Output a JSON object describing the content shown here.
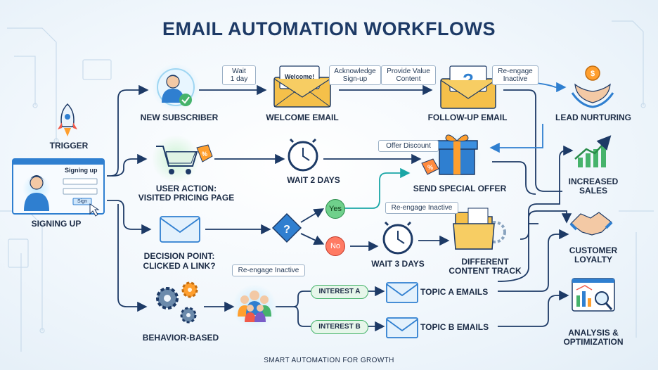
{
  "title": "EMAIL AUTOMATION WORKFLOWS",
  "footer": "SMART AUTOMATION FOR GROWTH",
  "trigger": {
    "label": "TRIGGER",
    "signup_label": "SIGNING UP",
    "form_title": "Signing up",
    "form_button": "Sign"
  },
  "nodes": {
    "new_subscriber": "NEW SUBSCRIBER",
    "welcome_email": "WELCOME EMAIL",
    "welcome_letter": "Welcome!",
    "followup_email": "FOLLOW-UP EMAIL",
    "user_action": "USER ACTION:",
    "visited_pricing": "VISITED PRICING PAGE",
    "wait_2_days": "WAIT 2 DAYS",
    "send_special_offer": "SEND SPECIAL OFFER",
    "decision_point": "DECISION POINT:",
    "clicked_link": "CLICKED A LINK?",
    "yes": "Yes",
    "no": "No",
    "wait_3_days": "WAIT 3 DAYS",
    "different_content_line1": "DIFFERENT",
    "different_content_line2": "CONTENT TRACK",
    "behavior_based": "BEHAVIOR-BASED",
    "interest_a": "INTEREST A",
    "interest_b": "INTEREST B",
    "topic_a": "TOPIC A EMAILS",
    "topic_b": "TOPIC B EMAILS"
  },
  "tags": {
    "wait_1_day_line1": "Wait",
    "wait_1_day_line2": "1 day",
    "acknowledge_line1": "Acknowledge",
    "acknowledge_line2": "Sign-up",
    "provide_value_line1": "Provide Value",
    "provide_value_line2": "Content",
    "reengage_top_line1": "Re-engage",
    "reengage_top_line2": "Inactive",
    "offer_discount": "Offer Discount",
    "reengage_mid": "Re-engage Inactive",
    "reengage_low": "Re-engage Inactive"
  },
  "outcomes": {
    "lead_nurturing": "LEAD NURTURING",
    "increased_sales_line1": "INCREASED",
    "increased_sales_line2": "SALES",
    "customer_loyalty_line1": "CUSTOMER",
    "customer_loyalty_line2": "LOYALTY",
    "analysis_line1": "ANALYSIS &",
    "analysis_line2": "OPTIMIZATION"
  },
  "colors": {
    "arrow": "#1d3a66",
    "accent_blue": "#2f7fd0",
    "accent_teal": "#1aa6a6",
    "accent_green": "#46b36b",
    "envelope": "#f5c04a",
    "no_red": "#f05a4a"
  }
}
